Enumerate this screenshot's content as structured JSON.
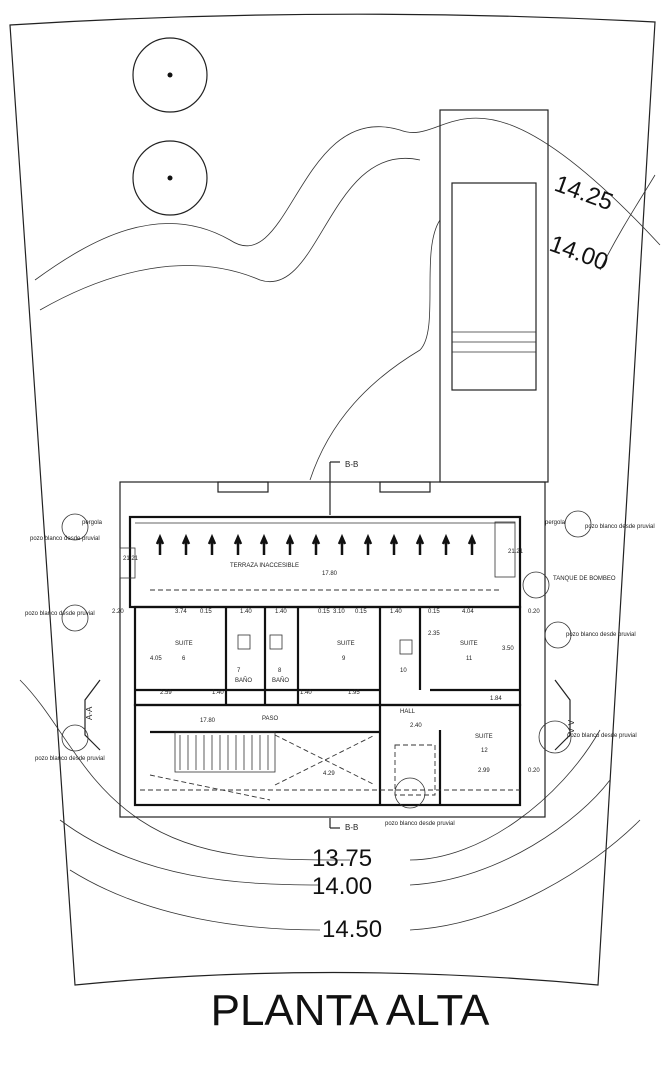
{
  "title": "PLANTA ALTA",
  "contours": {
    "top1": "14.25",
    "top2": "14.00",
    "bot1": "13.75",
    "bot2": "14.00",
    "bot3": "14.50"
  },
  "sections": {
    "bb_top": "B-B",
    "bb_bottom": "B-B",
    "aa_left": "A-A",
    "aa_right": "A-A"
  },
  "labels": {
    "terrace": "TERRAZA INACCESIBLE",
    "terrace_level": "17.80",
    "paso_level": "17.80",
    "level_left": "21.21",
    "level_right": "21.21",
    "pergola_left": "pergola",
    "pergola_right": "pergola",
    "tank": "TANQUE DE BOMBEO",
    "paso": "PASO",
    "hall": "HALL",
    "bano7": "BAÑO",
    "bano8": "BAÑO",
    "suite": "SUITE",
    "pozo": "pozo blanco desde pruvial"
  },
  "rooms": [
    "6",
    "7",
    "8",
    "9",
    "10",
    "11",
    "12"
  ],
  "dims": [
    "3.74",
    "0.15",
    "1.40",
    "1.40",
    "0.15",
    "3.10",
    "0.15",
    "1.40",
    "0.15",
    "4.04",
    "0.20",
    "2.20",
    "2.59",
    "1.40",
    "1.40",
    "1.95",
    "1.84",
    "2.40",
    "4.29",
    "2.99",
    "0.20",
    "3.50",
    "4.05",
    "2.35"
  ]
}
